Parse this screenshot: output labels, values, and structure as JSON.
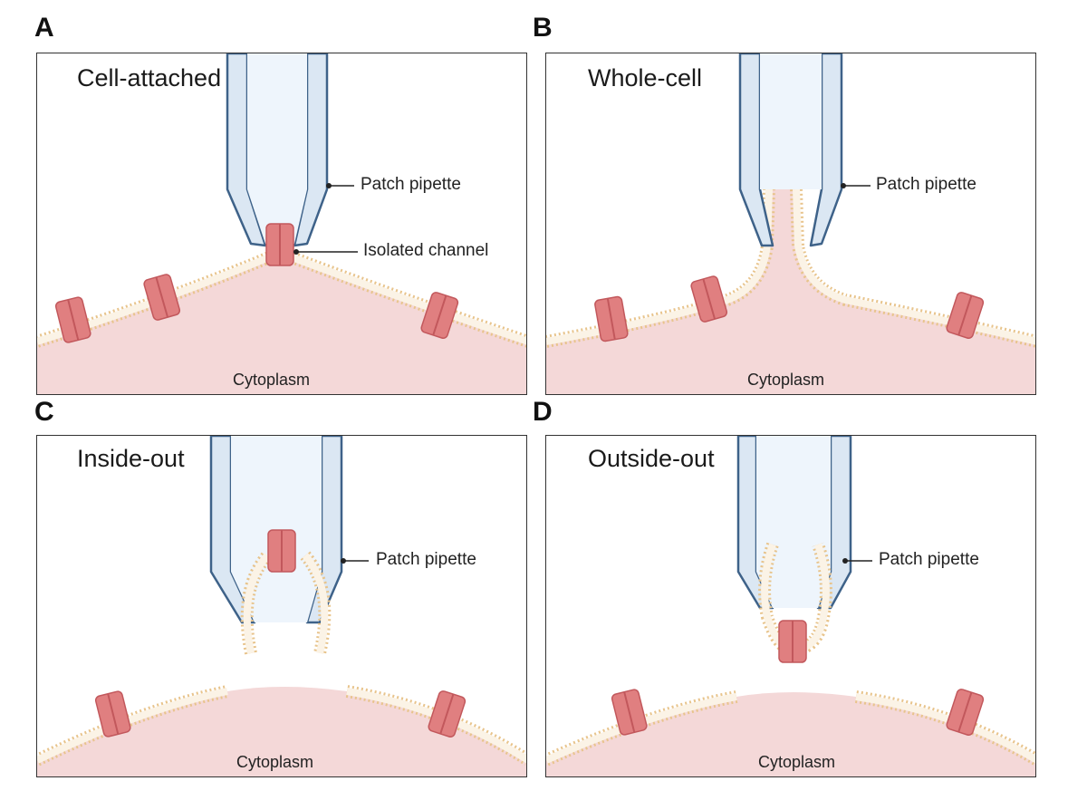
{
  "panels": [
    {
      "letter": "A",
      "title": "Cell-attached",
      "pipette_label": "Patch pipette",
      "channel_label": "Isolated channel",
      "cytoplasm_label": "Cytoplasm"
    },
    {
      "letter": "B",
      "title": "Whole-cell",
      "pipette_label": "Patch pipette",
      "cytoplasm_label": "Cytoplasm"
    },
    {
      "letter": "C",
      "title": "Inside-out",
      "pipette_label": "Patch pipette",
      "cytoplasm_label": "Cytoplasm"
    },
    {
      "letter": "D",
      "title": "Outside-out",
      "pipette_label": "Patch pipette",
      "cytoplasm_label": "Cytoplasm"
    }
  ],
  "colors": {
    "pipette_stroke": "#3e6289",
    "pipette_wall": "#dbe7f3",
    "pipette_lumen": "#eef5fc",
    "membrane": "#e8c48c",
    "cytoplasm": "#f4d8d8",
    "channel": "#e07f80",
    "channel_dark": "#c2585c"
  }
}
